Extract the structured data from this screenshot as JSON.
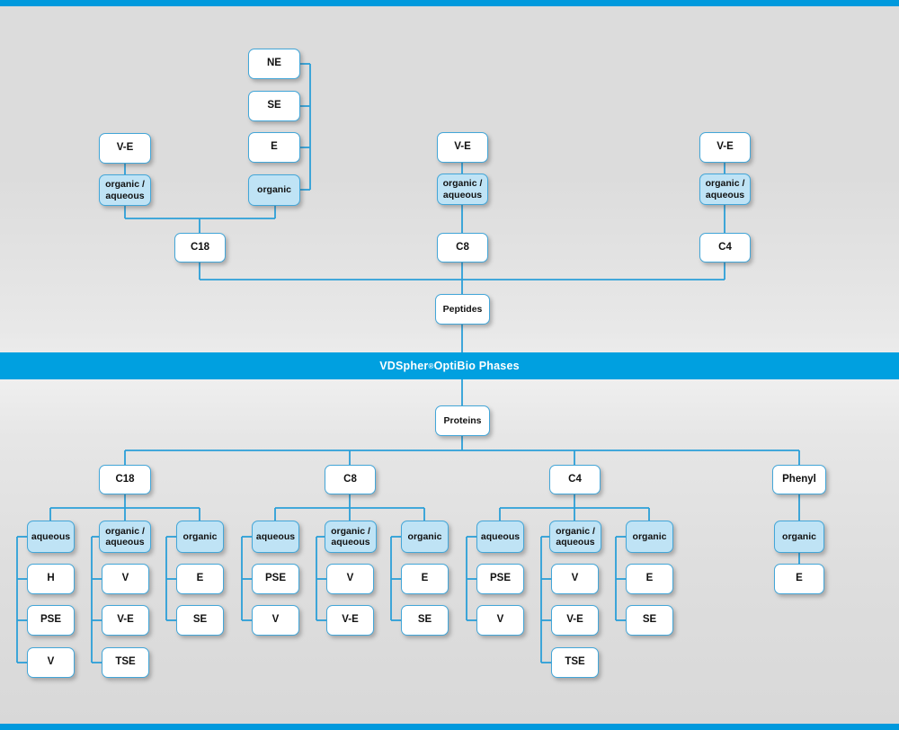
{
  "banner": {
    "brand": "VDSpher",
    "registered": "®",
    "rest": " OptiBio Phases",
    "full_text": "VDSpher® OptiBio Phases",
    "bg_color": "#00a0e0",
    "text_color": "#ffffff"
  },
  "theme": {
    "line_color": "#2b9fd8",
    "node_border": "#43a6d8",
    "node_fill": "#ffffff",
    "node_fill_highlight": "#bfe3f5",
    "accent_bar": "#0099dd",
    "background": "#dcdcdc"
  },
  "peptides": {
    "root_label": "Peptides",
    "columns": [
      {
        "name": "c18",
        "phase_label": "C18",
        "modes": [
          {
            "mode_label": "organic / aqueous",
            "highlight": true,
            "products": [
              "V-E"
            ]
          },
          {
            "mode_label": "organic",
            "highlight": true,
            "products": [
              "NE",
              "SE",
              "E"
            ]
          }
        ]
      },
      {
        "name": "c8",
        "phase_label": "C8",
        "modes": [
          {
            "mode_label": "organic / aqueous",
            "highlight": true,
            "products": [
              "V-E"
            ]
          }
        ]
      },
      {
        "name": "c4",
        "phase_label": "C4",
        "modes": [
          {
            "mode_label": "organic / aqueous",
            "highlight": true,
            "products": [
              "V-E"
            ]
          }
        ]
      }
    ]
  },
  "proteins": {
    "root_label": "Proteins",
    "columns": [
      {
        "name": "c18",
        "phase_label": "C18",
        "modes": [
          {
            "mode_label": "aqueous",
            "highlight": true,
            "products": [
              "H",
              "PSE",
              "V"
            ]
          },
          {
            "mode_label": "organic / aqueous",
            "highlight": true,
            "products": [
              "V",
              "V-E",
              "TSE"
            ]
          },
          {
            "mode_label": "organic",
            "highlight": true,
            "products": [
              "E",
              "SE"
            ]
          }
        ]
      },
      {
        "name": "c8",
        "phase_label": "C8",
        "modes": [
          {
            "mode_label": "aqueous",
            "highlight": true,
            "products": [
              "PSE",
              "V"
            ]
          },
          {
            "mode_label": "organic / aqueous",
            "highlight": true,
            "products": [
              "V",
              "V-E"
            ]
          },
          {
            "mode_label": "organic",
            "highlight": true,
            "products": [
              "E",
              "SE"
            ]
          }
        ]
      },
      {
        "name": "c4",
        "phase_label": "C4",
        "modes": [
          {
            "mode_label": "aqueous",
            "highlight": true,
            "products": [
              "PSE",
              "V"
            ]
          },
          {
            "mode_label": "organic / aqueous",
            "highlight": true,
            "products": [
              "V",
              "V-E",
              "TSE"
            ]
          },
          {
            "mode_label": "organic",
            "highlight": true,
            "products": [
              "E",
              "SE"
            ]
          }
        ]
      },
      {
        "name": "phenyl",
        "phase_label": "Phenyl",
        "modes": [
          {
            "mode_label": "organic",
            "highlight": true,
            "products": [
              "E"
            ]
          }
        ]
      }
    ]
  },
  "nodes": {
    "top_c18_ve": "V-E",
    "top_c18_orgaq_line1": "organic /",
    "top_c18_orgaq_line2": "aqueous",
    "top_c18_ne": "NE",
    "top_c18_se": "SE",
    "top_c18_e": "E",
    "top_c18_organic": "organic",
    "top_c18": "C18",
    "top_c8_ve": "V-E",
    "top_c8_orgaq_line1": "organic /",
    "top_c8_orgaq_line2": "aqueous",
    "top_c8": "C8",
    "top_c4_ve": "V-E",
    "top_c4_orgaq_line1": "organic /",
    "top_c4_orgaq_line2": "aqueous",
    "top_c4": "C4",
    "peptides": "Peptides",
    "proteins": "Proteins",
    "b_c18": "C18",
    "b_c8": "C8",
    "b_c4": "C4",
    "b_phenyl": "Phenyl",
    "aqueous": "aqueous",
    "organic": "organic",
    "orgaq_l1": "organic /",
    "orgaq_l2": "aqueous",
    "c18_aq_1": "H",
    "c18_aq_2": "PSE",
    "c18_aq_3": "V",
    "c18_oa_1": "V",
    "c18_oa_2": "V-E",
    "c18_oa_3": "TSE",
    "c18_or_1": "E",
    "c18_or_2": "SE",
    "c8_aq_1": "PSE",
    "c8_aq_2": "V",
    "c8_oa_1": "V",
    "c8_oa_2": "V-E",
    "c8_or_1": "E",
    "c8_or_2": "SE",
    "c4_aq_1": "PSE",
    "c4_aq_2": "V",
    "c4_oa_1": "V",
    "c4_oa_2": "V-E",
    "c4_oa_3": "TSE",
    "c4_or_1": "E",
    "c4_or_2": "SE",
    "ph_or_1": "E"
  }
}
